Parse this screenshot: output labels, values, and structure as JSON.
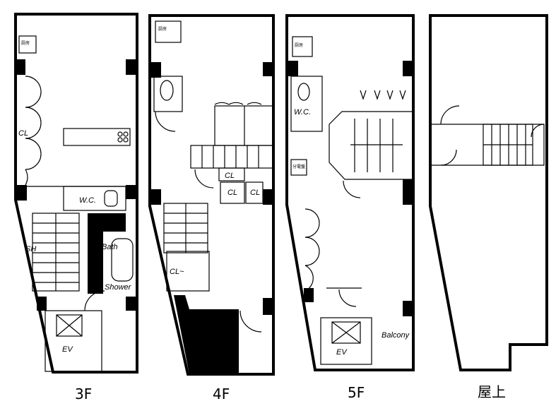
{
  "floors": [
    {
      "id": "3f",
      "label": "3F",
      "rooms": {
        "closet": "CL",
        "wc": "W.C.",
        "bath": "Bath",
        "shower": "Shower",
        "elevator": "EV",
        "stairs": "SH"
      }
    },
    {
      "id": "4f",
      "label": "4F",
      "rooms": {
        "closet1": "CL",
        "closet2": "CL",
        "closet3": "CL",
        "closet4": "CL~"
      }
    },
    {
      "id": "5f",
      "label": "5F",
      "rooms": {
        "wc": "W.C.",
        "elevator": "EV",
        "balcony": "Balcony"
      }
    },
    {
      "id": "roof",
      "label": "屋上",
      "rooms": {}
    }
  ],
  "fixtures": {
    "range_tag": "厨房",
    "panel_tag": "分電盤"
  }
}
